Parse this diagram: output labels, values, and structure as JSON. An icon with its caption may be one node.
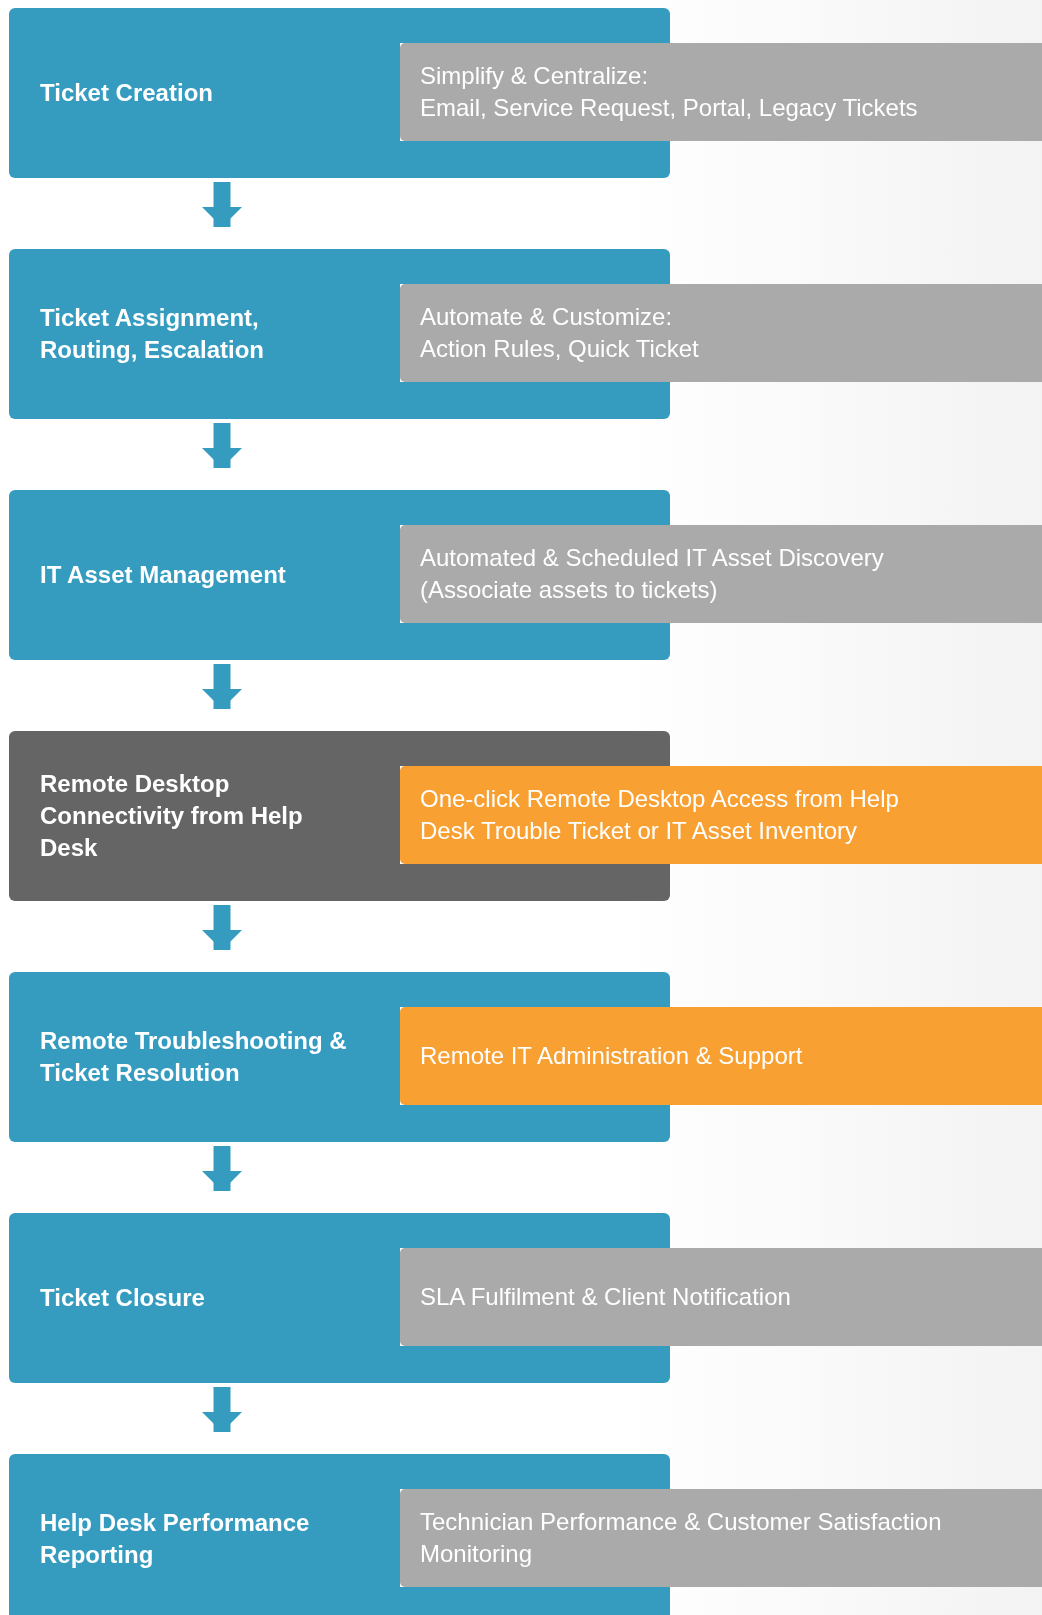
{
  "diagram": {
    "nodes": [
      {
        "text": [
          "Ticket Creation"
        ]
      },
      {
        "text": [
          "Simplify & Centralize:",
          "Email, Service Request, Portal, Legacy Tickets"
        ]
      },
      {
        "text": [
          "Ticket Assignment, Routing, Escalation"
        ]
      },
      {
        "text": [
          "Automate & Customize:",
          "Action Rules, Quick Ticket"
        ]
      },
      {
        "text": [
          "IT Asset Management"
        ]
      },
      {
        "text": [
          "Automated & Scheduled IT Asset Discovery (Associate assets to tickets)"
        ]
      },
      {
        "text": [
          "Remote Desktop Connectivity from Help Desk"
        ]
      },
      {
        "text": [
          "One-click Remote Desktop Access from Help Desk Trouble Ticket or IT Asset Inventory"
        ]
      },
      {
        "text": [
          "Remote Troubleshooting & Ticket Resolution"
        ]
      },
      {
        "text": [
          "Remote IT Administration & Support"
        ]
      },
      {
        "text": [
          "Ticket Closure"
        ]
      },
      {
        "text": [
          "SLA Fulfilment & Client Notification"
        ]
      },
      {
        "text": [
          "Help Desk Performance Reporting"
        ]
      },
      {
        "text": [
          "Technician Performance & Customer Satisfaction Monitoring"
        ]
      }
    ],
    "edges": [
      {
        "from": 0,
        "to": 2,
        "arrow": "to"
      },
      {
        "from": 2,
        "to": 4,
        "arrow": "to"
      },
      {
        "from": 4,
        "to": 6,
        "arrow": "to"
      },
      {
        "from": 6,
        "to": 8,
        "arrow": "to"
      },
      {
        "from": 8,
        "to": 10,
        "arrow": "to"
      },
      {
        "from": 10,
        "to": 12,
        "arrow": "to"
      }
    ]
  }
}
